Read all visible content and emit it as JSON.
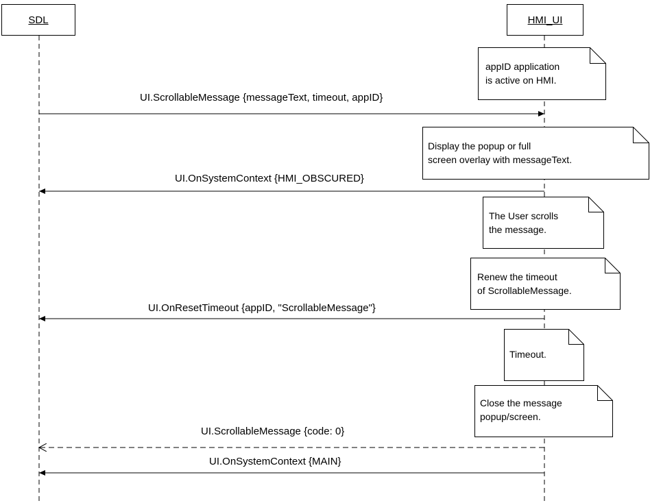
{
  "actors": {
    "sdl": "SDL",
    "hmi": "HMI_UI"
  },
  "messages": [
    {
      "label": "UI.ScrollableMessage {messageText, timeout, appID}",
      "from": "SDL",
      "to": "HMI_UI",
      "style": "solid"
    },
    {
      "label": "UI.OnSystemContext {HMI_OBSCURED}",
      "from": "HMI_UI",
      "to": "SDL",
      "style": "solid"
    },
    {
      "label": "UI.OnResetTimeout {appID, \"ScrollableMessage\"}",
      "from": "HMI_UI",
      "to": "SDL",
      "style": "solid"
    },
    {
      "label": "UI.ScrollableMessage {code: 0}",
      "from": "HMI_UI",
      "to": "SDL",
      "style": "dashed"
    },
    {
      "label": "UI.OnSystemContext {MAIN}",
      "from": "HMI_UI",
      "to": "SDL",
      "style": "solid"
    }
  ],
  "notes": [
    "appID application\nis active on HMI.",
    "Display the popup or full\nscreen overlay with messageText.",
    "The User scrolls\nthe message.",
    "Renew the timeout\nof ScrollableMessage.",
    "Timeout.",
    "Close the message\npopup/screen."
  ]
}
